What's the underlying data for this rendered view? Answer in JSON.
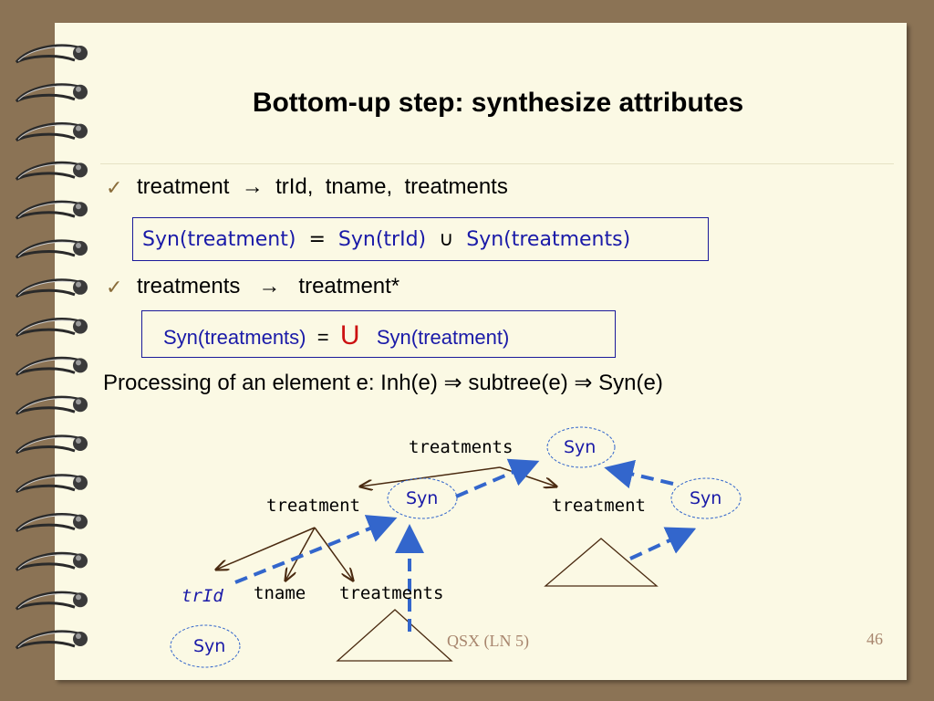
{
  "slide": {
    "title": "Bottom-up step: synthesize attributes",
    "bullet1": {
      "check": "✓",
      "lhs": "treatment",
      "arrow": "→",
      "rhs": "trId,  tname,  treatments"
    },
    "box1": {
      "a": "Syn(treatment)",
      "eq": "=",
      "b": "Syn(trId)",
      "union": "∪",
      "c": "Syn(treatments)"
    },
    "bullet2": {
      "check": "✓",
      "lhs": "treatments",
      "arrow": "→",
      "rhs": "treatment*"
    },
    "box2": {
      "a": "Syn(treatments)",
      "eq": "=",
      "union": "U",
      "b": "Syn(treatment)"
    },
    "processing": {
      "text": "Processing of an element e: Inh(e)",
      "arrow1": "⇒",
      "mid": "subtree(e)",
      "arrow2": "⇒",
      "end": "Syn(e)"
    },
    "tree": {
      "root": "treatments",
      "left": "treatment",
      "right": "treatment",
      "child_trid": "trId",
      "child_tname": "tname",
      "child_treatments": "treatments",
      "syn": "Syn"
    },
    "footer": "QSX  (LN 5)",
    "page_number": "46"
  },
  "colors": {
    "background": "#8b7355",
    "page": "#fbf9e4",
    "accent_blue": "#1a1aa8",
    "dashed_arrow": "#3366cc",
    "union_red": "#cc1111",
    "check": "#8a6d3b"
  }
}
